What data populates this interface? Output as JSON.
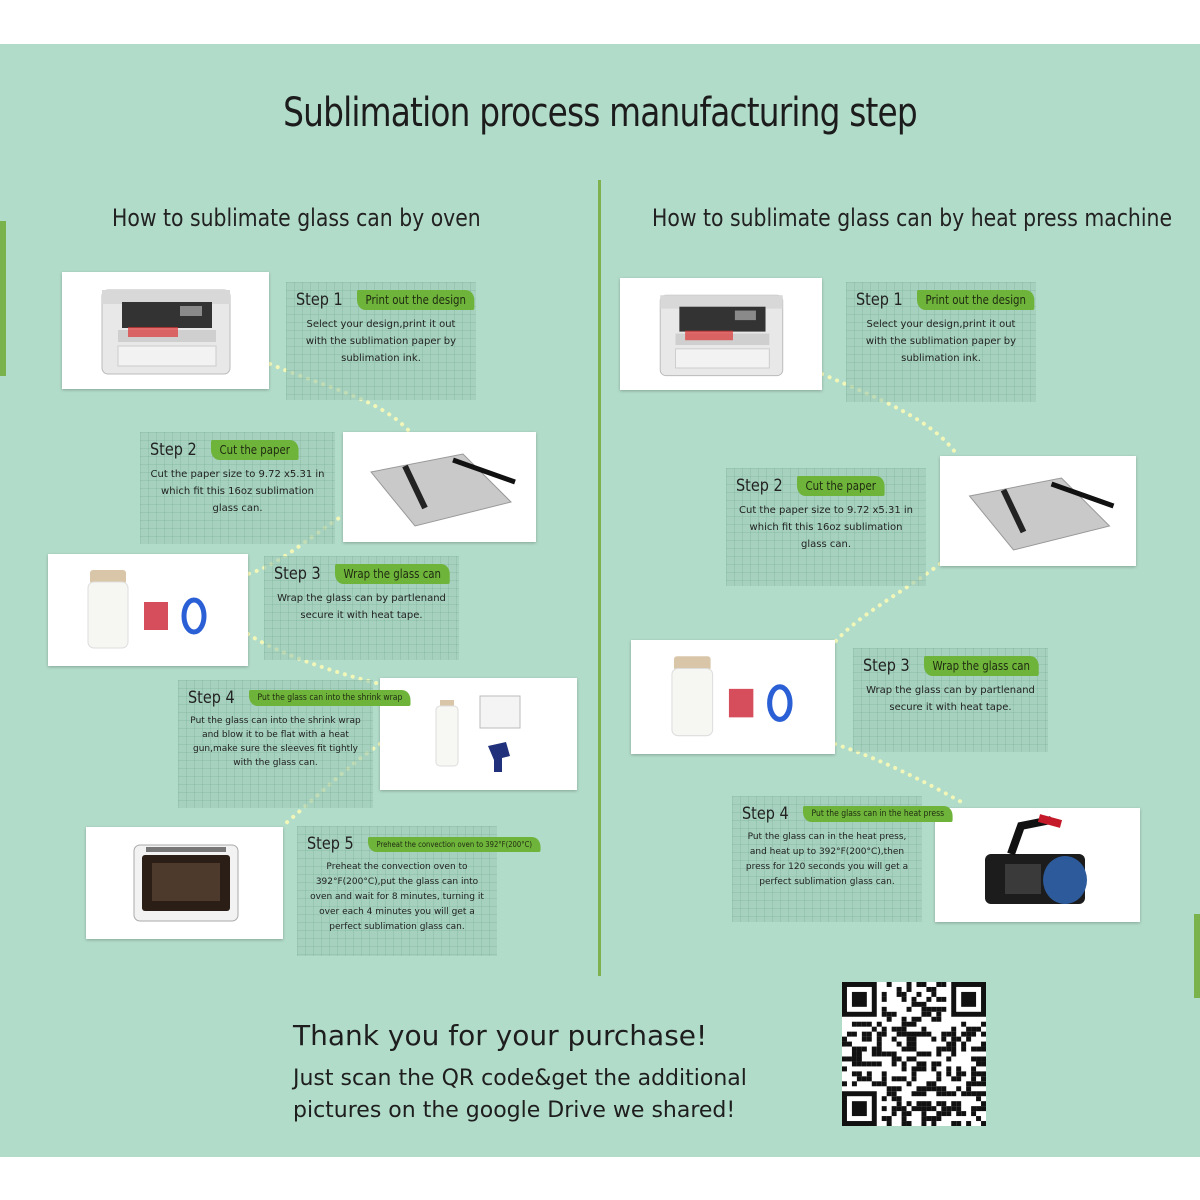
{
  "title": "Sublimation process manufacturing step",
  "oven": {
    "title": "How to sublimate glass can by oven",
    "steps": [
      {
        "num": "Step 1",
        "label": "Print out the design",
        "desc": "Select your design,print it out with the sublimation paper by sublimation ink."
      },
      {
        "num": "Step 2",
        "label": "Cut the paper",
        "desc": "Cut the paper size to 9.72 x5.31 in which fit this 16oz sublimation glass can."
      },
      {
        "num": "Step 3",
        "label": "Wrap the glass can",
        "desc": "Wrap the glass can by partlenand secure it with heat tape."
      },
      {
        "num": "Step 4",
        "label": "Put the glass can into the shrink wrap",
        "desc": "Put the glass can into the shrink wrap and blow it to be flat with a heat gun,make sure the sleeves fit tightly with the glass can."
      },
      {
        "num": "Step 5",
        "label": "Preheat the convection oven to 392°F(200°C)",
        "desc": "Preheat the convection oven to 392°F(200°C),put the glass can into oven and wait for 8 minutes, turning it over each 4 minutes you will get a perfect sublimation glass can."
      }
    ]
  },
  "press": {
    "title": "How to sublimate glass can by heat press machine",
    "steps": [
      {
        "num": "Step 1",
        "label": "Print out the design",
        "desc": "Select your design,print it out with the sublimation paper by sublimation ink."
      },
      {
        "num": "Step 2",
        "label": "Cut the paper",
        "desc": "Cut the paper size to 9.72 x5.31 in which fit this 16oz sublimation glass can."
      },
      {
        "num": "Step 3",
        "label": "Wrap the glass can",
        "desc": "Wrap the glass can by partlenand secure it with heat tape."
      },
      {
        "num": "Step 4",
        "label": "Put the glass can in the heat press",
        "desc": "Put the glass can in the heat press, and heat up to 392°F(200°C),then press for 120 seconds you will get a perfect sublimation glass can."
      }
    ]
  },
  "footer": {
    "thanks": "Thank you for your purchase!",
    "scan_line1": "Just scan the QR code&get the additional",
    "scan_line2": "pictures on the google Drive we shared!"
  },
  "icons": {
    "printer": "printer-icon",
    "cutter": "paper-cutter-icon",
    "can": "glass-can-icon",
    "tape": "heat-tape-icon",
    "heat_gun": "heat-gun-icon",
    "oven": "oven-icon",
    "press": "heat-press-icon",
    "qr": "qr-code"
  },
  "colors": {
    "background": "#b2dcca",
    "accent": "#6fb43a",
    "divider": "#7fb24e",
    "dots": "#f2f7b8"
  }
}
